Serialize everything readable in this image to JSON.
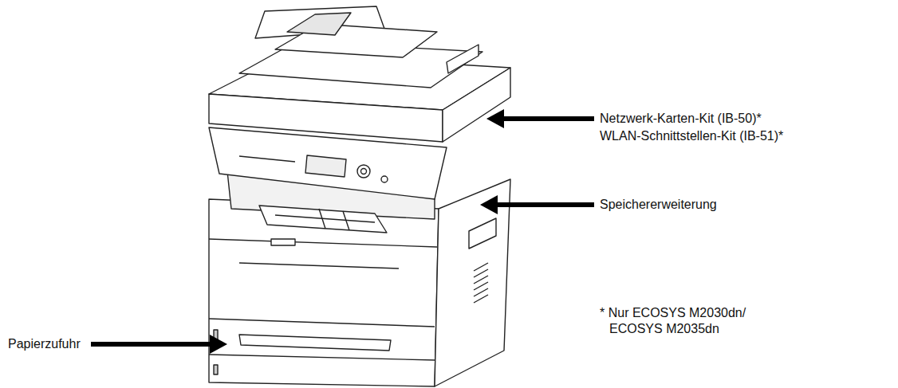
{
  "diagram": {
    "labels": [
      "Netzwerk-Karten-Kit (IB-50)*",
      "WLAN-Schnittstellen-Kit (IB-51)*",
      "Speichererweiterung",
      "Papierzufuhr",
      "* Nur ECOSYS M2030dn/ ECOSYS M2035dn"
    ]
  }
}
